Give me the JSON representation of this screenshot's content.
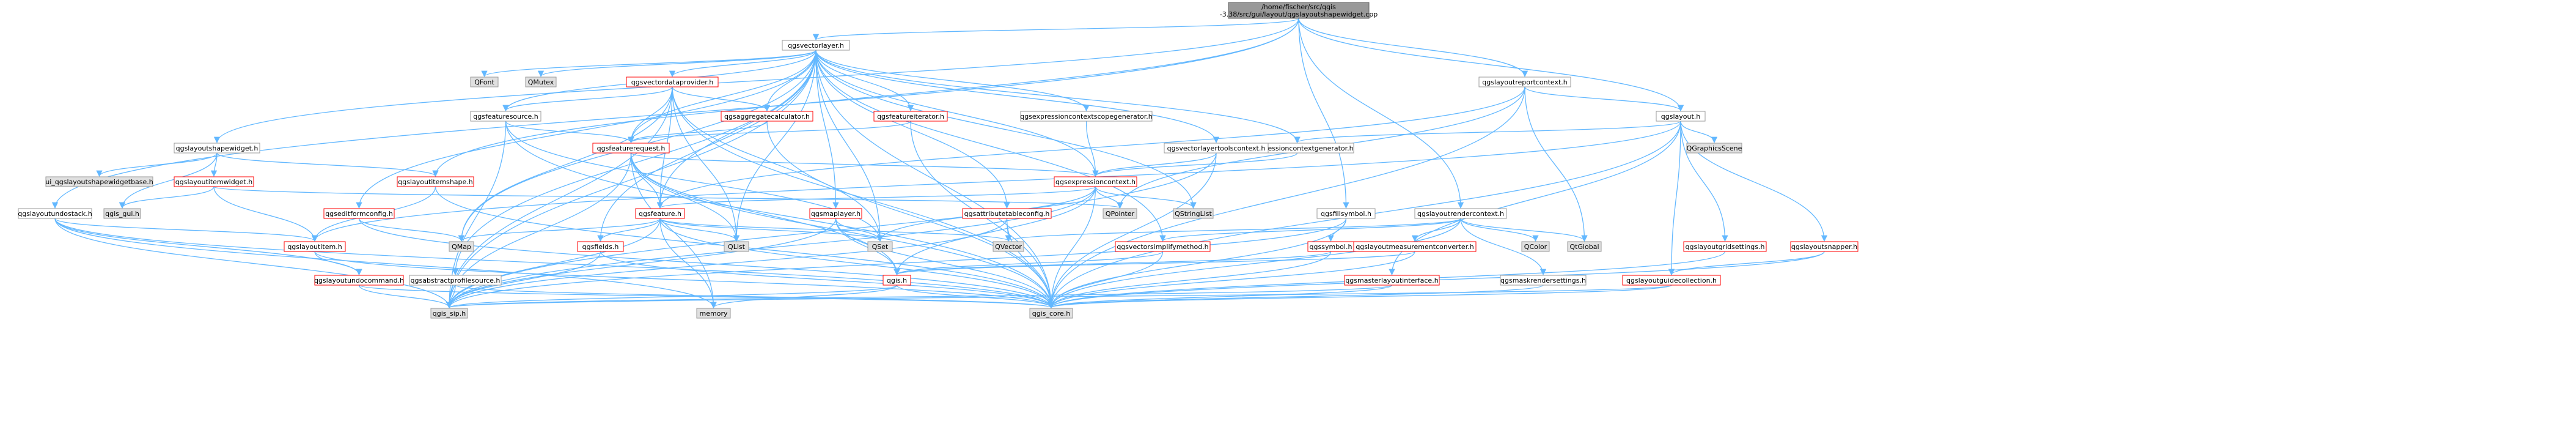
{
  "nodes": {
    "root": {
      "lines": [
        "/home/fischer/src/qgis",
        "-3.38/src/gui/layout/qgslayoutshapewidget.cpp"
      ],
      "style": "root"
    },
    "qgsvectorlayer": {
      "lines": [
        "qgsvectorlayer.h"
      ],
      "style": "normal"
    },
    "qgslayoutreportcontext": {
      "lines": [
        "qgslayoutreportcontext.h"
      ],
      "style": "normal"
    },
    "qgslayout": {
      "lines": [
        "qgslayout.h"
      ],
      "style": "normal"
    },
    "qgslayoutshapewidget": {
      "lines": [
        "qgslayoutshapewidget.h"
      ],
      "style": "normal"
    },
    "qgslayoutundostack": {
      "lines": [
        "qgslayoutundostack.h"
      ],
      "style": "normal"
    },
    "qgsfillsymbol": {
      "lines": [
        "qgsfillsymbol.h"
      ],
      "style": "normal"
    },
    "qgslayoutrendercontext": {
      "lines": [
        "qgslayoutrendercontext.h"
      ],
      "style": "normal"
    },
    "qgsvectordataprovider": {
      "lines": [
        "qgsvectordataprovider.h"
      ],
      "style": "red"
    },
    "qgsfeaturesource": {
      "lines": [
        "qgsfeaturesource.h"
      ],
      "style": "normal"
    },
    "qgsaggregatecalculator": {
      "lines": [
        "qgsaggregatecalculator.h"
      ],
      "style": "red"
    },
    "qgsfeatureiterator": {
      "lines": [
        "qgsfeatureiterator.h"
      ],
      "style": "red"
    },
    "qgsexpressioncontextscopegenerator": {
      "lines": [
        "qgsexpressioncontextscopegenerator.h"
      ],
      "style": "normal"
    },
    "qgsexpressioncontextgenerator": {
      "lines": [
        "qgsexpressioncontextgenerator.h"
      ],
      "style": "normal"
    },
    "qgsvectorlayertoolscontext": {
      "lines": [
        "qgsvectorlayertoolscontext.h"
      ],
      "style": "normal"
    },
    "QFont": {
      "lines": [
        "QFont"
      ],
      "style": "gray"
    },
    "QMutex": {
      "lines": [
        "QMutex"
      ],
      "style": "gray"
    },
    "QGraphicsScene": {
      "lines": [
        "QGraphicsScene"
      ],
      "style": "gray"
    },
    "qgsfeaturerequest": {
      "lines": [
        "qgsfeaturerequest.h"
      ],
      "style": "red"
    },
    "qgsexpressioncontext": {
      "lines": [
        "qgsexpressioncontext.h"
      ],
      "style": "red"
    },
    "ui_qgslayoutshapewidgetbase": {
      "lines": [
        "ui_qgslayoutshapewidgetbase.h"
      ],
      "style": "gray"
    },
    "qgslayoutitemwidget": {
      "lines": [
        "qgslayoutitemwidget.h"
      ],
      "style": "red"
    },
    "qgslayoutitemshape": {
      "lines": [
        "qgslayoutitemshape.h"
      ],
      "style": "red"
    },
    "qgis_gui": {
      "lines": [
        "qgis_gui.h"
      ],
      "style": "gray"
    },
    "qgseditformconfig": {
      "lines": [
        "qgseditformconfig.h"
      ],
      "style": "red"
    },
    "qgsfeature": {
      "lines": [
        "qgsfeature.h"
      ],
      "style": "red"
    },
    "qgsmaplayer": {
      "lines": [
        "qgsmaplayer.h"
      ],
      "style": "red"
    },
    "qgsattributetableconfig": {
      "lines": [
        "qgsattributetableconfig.h"
      ],
      "style": "red"
    },
    "QPointer": {
      "lines": [
        "QPointer"
      ],
      "style": "gray"
    },
    "QStringList": {
      "lines": [
        "QStringList"
      ],
      "style": "gray"
    },
    "QColor": {
      "lines": [
        "QColor"
      ],
      "style": "gray"
    },
    "QgsGlobal": {
      "lines": [
        "QtGlobal"
      ],
      "style": "gray"
    },
    "qgslayoutgridsettings": {
      "lines": [
        "qgslayoutgridsettings.h"
      ],
      "style": "red"
    },
    "qgslayoutsnapper": {
      "lines": [
        "qgslayoutsnapper.h"
      ],
      "style": "red"
    },
    "qgslayoutitem": {
      "lines": [
        "qgslayoutitem.h"
      ],
      "style": "red"
    },
    "QMap": {
      "lines": [
        "QMap"
      ],
      "style": "gray"
    },
    "QList": {
      "lines": [
        "QList"
      ],
      "style": "gray"
    },
    "QSet": {
      "lines": [
        "QSet"
      ],
      "style": "gray"
    },
    "qgsfields": {
      "lines": [
        "qgsfields.h"
      ],
      "style": "red"
    },
    "QVector": {
      "lines": [
        "QVector"
      ],
      "style": "gray"
    },
    "qgsvectorsimplifymethod": {
      "lines": [
        "qgsvectorsimplifymethod.h"
      ],
      "style": "red"
    },
    "qgssymbol": {
      "lines": [
        "qgssymbol.h"
      ],
      "style": "red"
    },
    "qgslayoutmeasurementconverter": {
      "lines": [
        "qgslayoutmeasurementconverter.h"
      ],
      "style": "red"
    },
    "qgslayoutguidecollection": {
      "lines": [
        "qgslayoutguidecollection.h"
      ],
      "style": "red"
    },
    "qgslayoutundocommand": {
      "lines": [
        "qgslayoutundocommand.h"
      ],
      "style": "red"
    },
    "qgsabstractprofilesource": {
      "lines": [
        "qgsabstractprofilesource.h"
      ],
      "style": "normal"
    },
    "qgis": {
      "lines": [
        "qgis.h"
      ],
      "style": "red"
    },
    "qgsmasterlayoutinterface": {
      "lines": [
        "qgsmasterlayoutinterface.h"
      ],
      "style": "red"
    },
    "qgsmaskrendersettings": {
      "lines": [
        "qgsmaskrendersettings.h"
      ],
      "style": "normal"
    },
    "qgis_sip": {
      "lines": [
        "qgis_sip.h"
      ],
      "style": "gray"
    },
    "memory": {
      "lines": [
        "memory"
      ],
      "style": "gray"
    },
    "qgis_core": {
      "lines": [
        "qgis_core.h"
      ],
      "style": "gray"
    }
  },
  "edges": [
    [
      "root",
      "qgsvectorlayer"
    ],
    [
      "root",
      "qgslayoutreportcontext"
    ],
    [
      "root",
      "qgslayout"
    ],
    [
      "root",
      "qgslayoutshapewidget"
    ],
    [
      "root",
      "qgslayoutundostack"
    ],
    [
      "root",
      "qgslayoutitemshape"
    ],
    [
      "root",
      "qgsfillsymbol"
    ],
    [
      "root",
      "qgslayoutrendercontext"
    ],
    [
      "qgsvectorlayer",
      "QFont"
    ],
    [
      "qgsvectorlayer",
      "QMutex"
    ],
    [
      "qgsvectorlayer",
      "qgsvectordataprovider"
    ],
    [
      "qgsvectorlayer",
      "qgsfeaturesource"
    ],
    [
      "qgsvectorlayer",
      "qgsaggregatecalculator"
    ],
    [
      "qgsvectorlayer",
      "qgsfeatureiterator"
    ],
    [
      "qgsvectorlayer",
      "qgsexpressioncontextscopegenerator"
    ],
    [
      "qgsvectorlayer",
      "qgsexpressioncontextgenerator"
    ],
    [
      "qgsvectorlayer",
      "qgsvectorlayertoolscontext"
    ],
    [
      "qgsvectorlayer",
      "qgsfeaturerequest"
    ],
    [
      "qgsvectorlayer",
      "qgsexpressioncontext"
    ],
    [
      "qgsvectorlayer",
      "qgseditformconfig"
    ],
    [
      "qgsvectorlayer",
      "qgsfeature"
    ],
    [
      "qgsvectorlayer",
      "qgsmaplayer"
    ],
    [
      "qgsvectorlayer",
      "qgsattributetableconfig"
    ],
    [
      "qgsvectorlayer",
      "QStringList"
    ],
    [
      "qgsvectorlayer",
      "QMap"
    ],
    [
      "qgsvectorlayer",
      "QList"
    ],
    [
      "qgsvectorlayer",
      "QSet"
    ],
    [
      "qgsvectorlayer",
      "qgsfields"
    ],
    [
      "qgsvectorlayer",
      "qgsvectorsimplifymethod"
    ],
    [
      "qgsvectorlayer",
      "qgsabstractprofilesource"
    ],
    [
      "qgsvectorlayer",
      "qgis_sip"
    ],
    [
      "qgsvectorlayer",
      "qgis_core"
    ],
    [
      "qgsvectordataprovider",
      "qgsfeaturesource"
    ],
    [
      "qgsvectordataprovider",
      "qgsaggregatecalculator"
    ],
    [
      "qgsvectordataprovider",
      "qgsfeaturerequest"
    ],
    [
      "qgsvectordataprovider",
      "qgsfeature"
    ],
    [
      "qgsvectordataprovider",
      "QMap"
    ],
    [
      "qgsvectordataprovider",
      "QList"
    ],
    [
      "qgsvectordataprovider",
      "QSet"
    ],
    [
      "qgsvectordataprovider",
      "qgis_sip"
    ],
    [
      "qgsvectordataprovider",
      "qgis_core"
    ],
    [
      "qgsfeaturesource",
      "qgsfeaturerequest"
    ],
    [
      "qgsfeaturesource",
      "qgis_sip"
    ],
    [
      "qgsfeaturesource",
      "qgis_core"
    ],
    [
      "qgsfeaturesource",
      "QSet"
    ],
    [
      "qgsaggregatecalculator",
      "qgsfeaturerequest"
    ],
    [
      "qgsaggregatecalculator",
      "qgis_core"
    ],
    [
      "qgsfeatureiterator",
      "qgsfeaturerequest"
    ],
    [
      "qgsfeatureiterator",
      "qgis_core"
    ],
    [
      "qgsexpressioncontextscopegenerator",
      "qgsexpressioncontext"
    ],
    [
      "qgsexpressioncontextgenerator",
      "qgsexpressioncontext"
    ],
    [
      "qgsvectorlayertoolscontext",
      "qgsexpressioncontext"
    ],
    [
      "qgsvectorlayertoolscontext",
      "qgis_core"
    ],
    [
      "qgsvectorlayertoolscontext",
      "qgis_sip"
    ],
    [
      "qgsfeaturerequest",
      "qgsfeature"
    ],
    [
      "qgsfeaturerequest",
      "qgsexpressioncontext"
    ],
    [
      "qgsfeaturerequest",
      "QList"
    ],
    [
      "qgsfeaturerequest",
      "qgis"
    ],
    [
      "qgsfeaturerequest",
      "qgis_sip"
    ],
    [
      "qgsfeaturerequest",
      "qgis_core"
    ],
    [
      "qgsfeaturerequest",
      "memory"
    ],
    [
      "qgsexpressioncontext",
      "QPointer"
    ],
    [
      "qgsexpressioncontext",
      "QStringList"
    ],
    [
      "qgsexpressioncontext",
      "QSet"
    ],
    [
      "qgsexpressioncontext",
      "qgsfeature"
    ],
    [
      "qgsexpressioncontext",
      "qgis"
    ],
    [
      "qgsexpressioncontext",
      "qgis_core"
    ],
    [
      "qgsexpressioncontext",
      "qgis_sip"
    ],
    [
      "qgsfeature",
      "QMap"
    ],
    [
      "qgsfeature",
      "QList"
    ],
    [
      "qgsfeature",
      "QSet"
    ],
    [
      "qgsfeature",
      "QVector"
    ],
    [
      "qgsfeature",
      "qgsfields"
    ],
    [
      "qgsfeature",
      "qgis_sip"
    ],
    [
      "qgsfeature",
      "qgis_core"
    ],
    [
      "qgsfeature",
      "memory"
    ],
    [
      "qgsmaplayer",
      "QSet"
    ],
    [
      "qgsmaplayer",
      "qgis"
    ],
    [
      "qgsmaplayer",
      "qgis_sip"
    ],
    [
      "qgsmaplayer",
      "qgis_core"
    ],
    [
      "qgsattributetableconfig",
      "QVector"
    ],
    [
      "qgsattributetableconfig",
      "qgis_core"
    ],
    [
      "qgsattributetableconfig",
      "qgis_sip"
    ],
    [
      "qgseditformconfig",
      "QMap"
    ],
    [
      "qgseditformconfig",
      "qgis_core"
    ],
    [
      "qgsfields",
      "qgis_core"
    ],
    [
      "qgsfields",
      "qgis_sip"
    ],
    [
      "qgsvectorsimplifymethod",
      "qgis"
    ],
    [
      "qgsvectorsimplifymethod",
      "qgis_core"
    ],
    [
      "qgslayoutreportcontext",
      "qgslayout"
    ],
    [
      "qgslayoutreportcontext",
      "QPointer"
    ],
    [
      "qgslayoutreportcontext",
      "QgsGlobal"
    ],
    [
      "qgslayoutreportcontext",
      "qgsfeature"
    ],
    [
      "qgslayoutreportcontext",
      "qgis_core"
    ],
    [
      "qgslayout",
      "QGraphicsScene"
    ],
    [
      "qgslayout",
      "qgsexpressioncontextgenerator"
    ],
    [
      "qgslayout",
      "qgslayoutgridsettings"
    ],
    [
      "qgslayout",
      "qgslayoutsnapper"
    ],
    [
      "qgslayout",
      "qgslayoutguidecollection"
    ],
    [
      "qgslayout",
      "qgsmasterlayoutinterface"
    ],
    [
      "qgslayout",
      "qgslayoutitem"
    ],
    [
      "qgslayout",
      "qgis_core"
    ],
    [
      "qgslayoutshapewidget",
      "ui_qgslayoutshapewidgetbase"
    ],
    [
      "qgslayoutshapewidget",
      "qgslayoutitemwidget"
    ],
    [
      "qgslayoutshapewidget",
      "qgslayoutitemshape"
    ],
    [
      "qgslayoutshapewidget",
      "qgis_gui"
    ],
    [
      "qgslayoutitemwidget",
      "qgis_gui"
    ],
    [
      "qgslayoutitemwidget",
      "QPointer"
    ],
    [
      "qgslayoutitemwidget",
      "qgslayoutitem"
    ],
    [
      "qgslayoutitemshape",
      "qgslayoutitem"
    ],
    [
      "qgslayoutitemshape",
      "qgis_core"
    ],
    [
      "qgslayoutundostack",
      "qgslayoutundocommand"
    ],
    [
      "qgslayoutundostack",
      "qgslayoutitem"
    ],
    [
      "qgslayoutundostack",
      "qgis_core"
    ],
    [
      "qgslayoutundostack",
      "qgis_sip"
    ],
    [
      "qgslayoutundostack",
      "memory"
    ],
    [
      "qgslayoutitem",
      "qgslayoutundocommand"
    ],
    [
      "qgslayoutitem",
      "qgis_core"
    ],
    [
      "qgslayoutundocommand",
      "qgis_sip"
    ],
    [
      "qgslayoutundocommand",
      "qgis_core"
    ],
    [
      "qgsabstractprofilesource",
      "qgis_sip"
    ],
    [
      "qgsabstractprofilesource",
      "qgis_core"
    ],
    [
      "qgsfillsymbol",
      "qgssymbol"
    ],
    [
      "qgsfillsymbol",
      "qgis_core"
    ],
    [
      "qgsfillsymbol",
      "qgis_sip"
    ],
    [
      "qgssymbol",
      "qgis"
    ],
    [
      "qgssymbol",
      "qgis_core"
    ],
    [
      "qgslayoutrendercontext",
      "QColor"
    ],
    [
      "qgslayoutrendercontext",
      "QgsGlobal"
    ],
    [
      "qgslayoutrendercontext",
      "qgslayoutmeasurementconverter"
    ],
    [
      "qgslayoutrendercontext",
      "qgsvectorsimplifymethod"
    ],
    [
      "qgslayoutrendercontext",
      "qgsmaskrendersettings"
    ],
    [
      "qgslayoutrendercontext",
      "qgis_core"
    ],
    [
      "qgslayoutrendercontext",
      "QVector"
    ],
    [
      "qgslayoutmeasurementconverter",
      "qgis"
    ],
    [
      "qgslayoutmeasurementconverter",
      "qgis_core"
    ],
    [
      "qgslayoutgridsettings",
      "qgis_core"
    ],
    [
      "qgslayoutsnapper",
      "qgslayoutguidecollection"
    ],
    [
      "qgslayoutsnapper",
      "qgis_core"
    ],
    [
      "qgslayoutguidecollection",
      "qgis_core"
    ],
    [
      "qgslayoutguidecollection",
      "qgis_sip"
    ],
    [
      "qgsmasterlayoutinterface",
      "qgis_core"
    ],
    [
      "qgsmasterlayoutinterface",
      "qgis_sip"
    ],
    [
      "qgsmaskrendersettings",
      "qgis_core"
    ],
    [
      "qgis",
      "qgis_core"
    ],
    [
      "qgis",
      "qgis_sip"
    ],
    [
      "qgis",
      "memory"
    ]
  ],
  "colors": {
    "node_fill": "#ffffff",
    "node_border": "#999999",
    "red_border": "#ff0000",
    "gray_fill": "#e0e0e0",
    "root_fill": "#999999",
    "root_border": "#666666",
    "edge_color": "#63b8ff",
    "edge_color_dark": "#2f66a8"
  }
}
